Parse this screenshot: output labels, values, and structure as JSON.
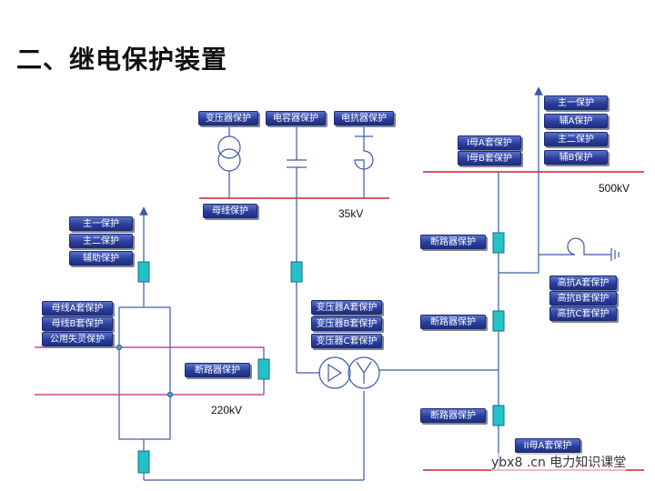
{
  "title": "二、继电保护装置",
  "voltages": {
    "v500": "500kV",
    "v35": "35kV",
    "v220": "220kV"
  },
  "tags": {
    "transformer": "变压器保护",
    "capacitor": "电容器保护",
    "reactor": "电抗器保护",
    "bus35": "母线保护",
    "bus1a": "I母A套保护",
    "bus1b": "I母B套保护",
    "main1_500": "主一保护",
    "auxA_500": "辅A保护",
    "main2_500": "主二保护",
    "auxB_500": "辅B保护",
    "breaker500_top": "断路器保护",
    "breaker500_mid": "断路器保护",
    "breaker500_bot": "断路器保护",
    "hrA": "高抗A套保护",
    "hrB": "高抗B套保护",
    "hrC": "高抗C套保护",
    "bus2a": "II母A套保护",
    "main1_220": "主一保护",
    "main2_220": "主二保护",
    "aux_220": "辅助保护",
    "busA_220": "母线A套保护",
    "busB_220": "母线B套保护",
    "common_220": "公用失灵保护",
    "breaker220": "断路器保护",
    "xfA": "变压器A套保护",
    "xfB": "变压器B套保护",
    "xfC": "变压器C套保护"
  },
  "watermark": "ybx8 .cn 电力知识课堂",
  "colors": {
    "line": "#3b5aa8",
    "bus": "#cc2233",
    "ct_fill": "#22c3c8",
    "tag": "#2a3f9d"
  }
}
